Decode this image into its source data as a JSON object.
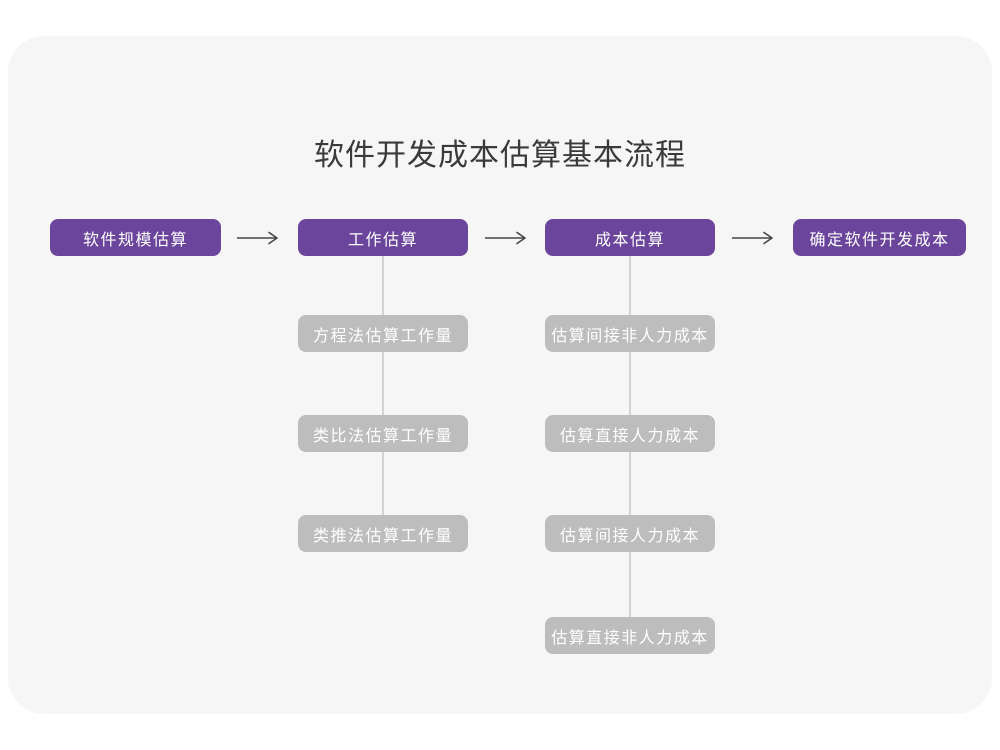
{
  "page": {
    "title": "软件开发成本估算基本流程"
  },
  "colors": {
    "canvas_bg": "#ffffff",
    "card_bg": "#f6f6f6",
    "primary_node": "#6b459b",
    "secondary_node": "#bdbdbd",
    "connector": "#d3d3d3",
    "arrow": "#454545",
    "title_text": "#3a3a3a",
    "node_text": "#ffffff"
  },
  "icons": {
    "arrow_right": "right-arrow-icon"
  },
  "flow": {
    "main_steps": [
      {
        "label": "软件规模估算"
      },
      {
        "label": "工作估算"
      },
      {
        "label": "成本估算"
      },
      {
        "label": "确定软件开发成本"
      }
    ],
    "work_estimation_methods": [
      {
        "label": "方程法估算工作量"
      },
      {
        "label": "类比法估算工作量"
      },
      {
        "label": "类推法估算工作量"
      }
    ],
    "cost_estimation_steps": [
      {
        "label": "估算间接非人力成本"
      },
      {
        "label": "估算直接人力成本"
      },
      {
        "label": "估算间接人力成本"
      },
      {
        "label": "估算直接非人力成本"
      }
    ]
  }
}
